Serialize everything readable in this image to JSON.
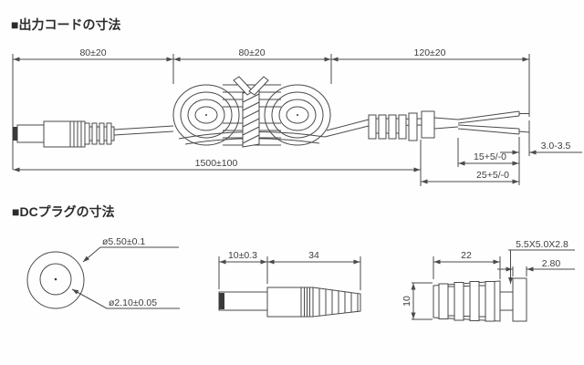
{
  "sections": {
    "cord": {
      "title": "■出力コードの寸法"
    },
    "plug": {
      "title": "■DCプラグの寸法"
    }
  },
  "cord_dims": {
    "seg1": "80±20",
    "seg2": "80±20",
    "seg3": "120±20",
    "total_length": "1500±100",
    "strip_inner": "15+5/-0",
    "strip_outer": "25+5/-0",
    "bare_wire": "3.0-3.5"
  },
  "plug_dims": {
    "front": {
      "outer_diameter": "ø5.50±0.1",
      "pin_diameter": "ø2.10±0.05"
    },
    "side": {
      "barrel_length": "10±0.3",
      "body_length": "34"
    },
    "rear": {
      "body_length": "22",
      "body_diameter": "10",
      "tip_size": "5.5X5.0X2.8",
      "flange_width": "2.80"
    }
  },
  "colors": {
    "line": "#4a4a4a",
    "text": "#3d3d3d",
    "background": "#fefefe"
  }
}
